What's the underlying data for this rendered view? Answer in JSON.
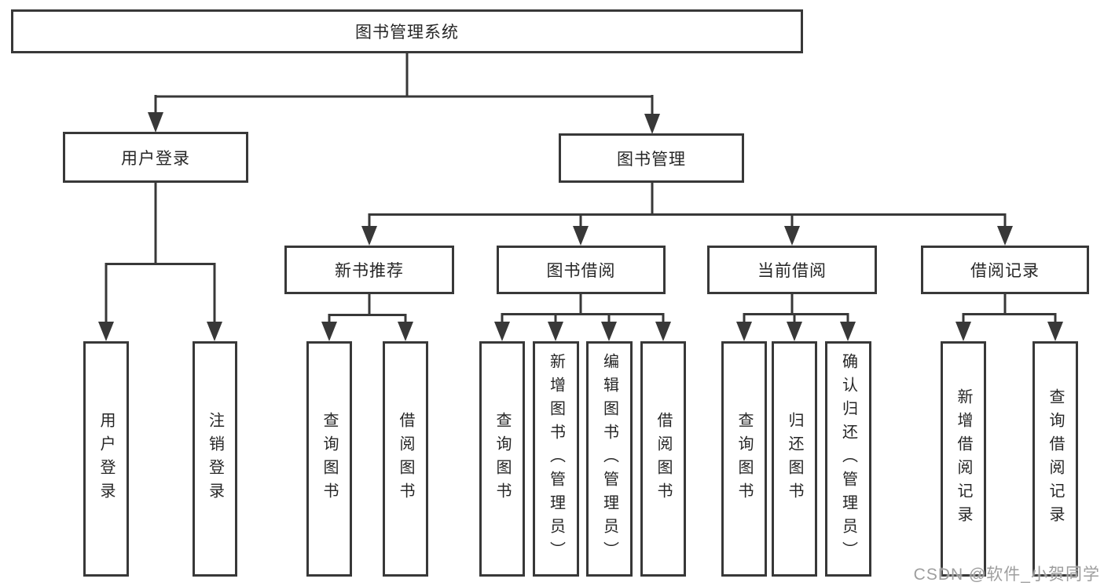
{
  "tree": {
    "root": {
      "label": "图书管理系统",
      "children": [
        {
          "label": "用户登录",
          "children": [
            {
              "label": "用户登录"
            },
            {
              "label": "注销登录"
            }
          ]
        },
        {
          "label": "图书管理",
          "children": [
            {
              "label": "新书推荐",
              "children": [
                {
                  "label": "查询图书"
                },
                {
                  "label": "借阅图书"
                }
              ]
            },
            {
              "label": "图书借阅",
              "children": [
                {
                  "label": "查询图书"
                },
                {
                  "label": "新增图书（管理员）"
                },
                {
                  "label": "编辑图书（管理员）"
                },
                {
                  "label": "借阅图书"
                }
              ]
            },
            {
              "label": "当前借阅",
              "children": [
                {
                  "label": "查询图书"
                },
                {
                  "label": "归还图书"
                },
                {
                  "label": "确认归还（管理员）"
                }
              ]
            },
            {
              "label": "借阅记录",
              "children": [
                {
                  "label": "新增借阅记录"
                },
                {
                  "label": "查询借阅记录"
                }
              ]
            }
          ]
        }
      ]
    }
  },
  "colors": {
    "line": "#383838",
    "text": "#262626",
    "watermark": "#9e9e9e"
  },
  "watermark": {
    "text": "CSDN @软件_小贺同学"
  }
}
